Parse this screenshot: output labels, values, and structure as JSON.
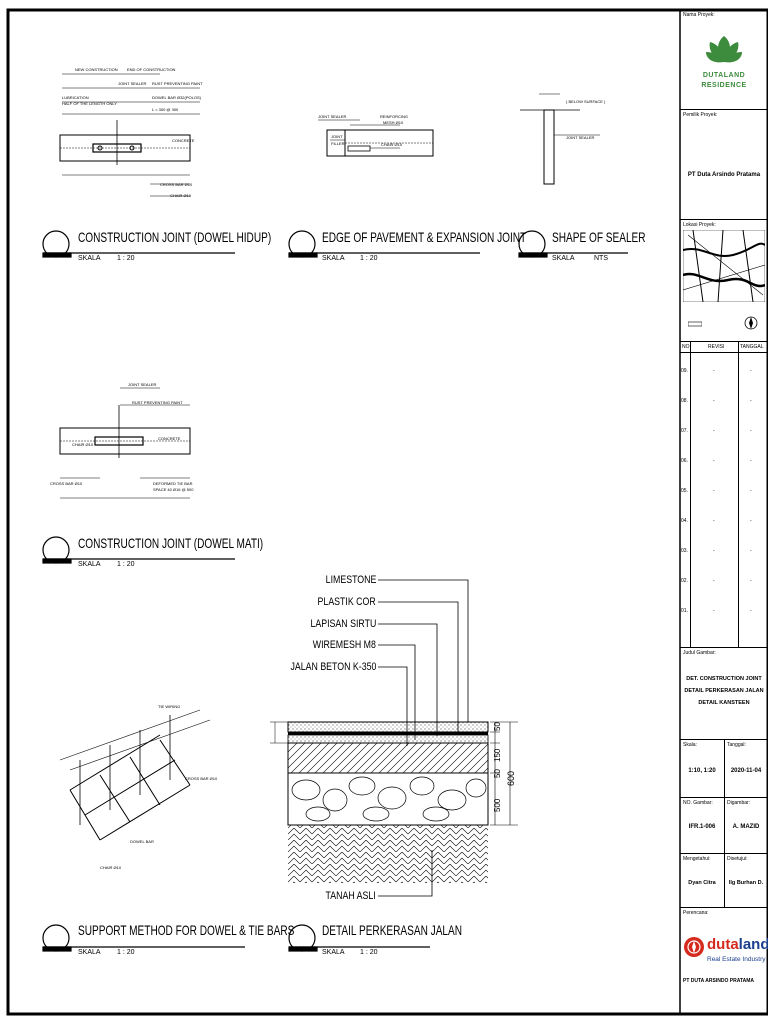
{
  "drawings": {
    "cj_hidup": {
      "title": "CONSTRUCTION JOINT (DOWEL HIDUP)",
      "skala_label": "SKALA",
      "skala_value": "1 : 20",
      "annotations": {
        "new_construction": "NEW CONSTRUCTION",
        "end_construction": "END OF CONSTRUCTION",
        "joint_sealer": "JOINT SEALER",
        "rust_paint": "RUST PREVENTING PAINT",
        "lubrication": "LUBRICATION",
        "lubrication_2": "HALF OF THE LENGTH ONLY",
        "dowel_bar": "DOWEL BAR Ø32(POLOS)",
        "dowel_bar_2": "L = 300 @ 300",
        "concrete": "CONCRETE",
        "cross_bar": "CROSS BAR Ø10",
        "chair": "CHAIR Ø10"
      }
    },
    "edge_pavement": {
      "title": "EDGE OF PAVEMENT & EXPANSION JOINT",
      "skala_label": "SKALA",
      "skala_value": "1 : 20",
      "annotations": {
        "joint_sealer": "JOINT SEALER",
        "reinforcing": "REINFORCING",
        "mesh": "MESH Ø10",
        "joint": "JOINT",
        "filler": "FILLER",
        "chair": "CHAIR Ø10"
      }
    },
    "shape_sealer": {
      "title": "SHAPE OF SEALER",
      "skala_label": "SKALA",
      "skala_value": "NTS",
      "annotations": {
        "below_surface": "( BELOW SURFACE )",
        "joint_sealer": "JOINT SEALER"
      }
    },
    "cj_mati": {
      "title": "CONSTRUCTION JOINT (DOWEL MATI)",
      "skala_label": "SKALA",
      "skala_value": "1 : 20",
      "annotations": {
        "joint_sealer": "JOINT SEALER",
        "rust_paint": "RUST PREVENTING PAINT",
        "chair": "CHAIR Ø10",
        "concrete": "CONCRETE",
        "cross_bar": "CROSS BAR Ø10",
        "tie_bar": "DEFORMED TIE BAR",
        "tie_bar_2": "SPACE 40 Ø16 @ 500"
      }
    },
    "support_method": {
      "title": "SUPPORT METHOD FOR DOWEL & TIE BARS",
      "skala_label": "SKALA",
      "skala_value": "1 : 20",
      "annotations": {
        "tie_wire": "TIE WIRING",
        "cross_bar": "CROSS BAR Ø10",
        "dowel": "DOWEL BAR",
        "chair": "CHAIR Ø10"
      }
    },
    "detail_perkerasan": {
      "title": "DETAIL PERKERASAN JALAN",
      "skala_label": "SKALA",
      "skala_value": "1 : 20",
      "layers": [
        "LIMESTONE",
        "PLASTIK COR",
        "LAPISAN SIRTU",
        "WIREMESH M8",
        "JALAN BETON K-350"
      ],
      "tanah": "TANAH ASLI",
      "dimensions": [
        "50",
        "150",
        "50",
        "500",
        "600"
      ]
    }
  },
  "title_block": {
    "nama_proyek_label": "Nama Proyek:",
    "logo_text_1": "DUTALAND",
    "logo_text_2": "RESIDENCE",
    "pemilik_label": "Pemilik Proyek:",
    "pemilik_value": "PT Duta Arsindo Pratama",
    "lokasi_label": "Lokasi Proyek:",
    "revisi_headers": [
      "NO.",
      "REVISI",
      "TANGGAL"
    ],
    "revisi_rows": [
      {
        "no": "09.",
        "revisi": "-",
        "tanggal": "-"
      },
      {
        "no": "08.",
        "revisi": "-",
        "tanggal": "-"
      },
      {
        "no": "07.",
        "revisi": "-",
        "tanggal": "-"
      },
      {
        "no": "06.",
        "revisi": "-",
        "tanggal": "-"
      },
      {
        "no": "05.",
        "revisi": "-",
        "tanggal": "-"
      },
      {
        "no": "04.",
        "revisi": "-",
        "tanggal": "-"
      },
      {
        "no": "03.",
        "revisi": "-",
        "tanggal": "-"
      },
      {
        "no": "02.",
        "revisi": "-",
        "tanggal": "-"
      },
      {
        "no": "01.",
        "revisi": "-",
        "tanggal": "-"
      }
    ],
    "judul_label": "Judul Gambar:",
    "judul_lines": [
      "DET. CONSTRUCTION JOINT",
      "DETAIL PERKERASAN JALAN",
      "DETAIL KANSTEEN"
    ],
    "skala_label": "Skala:",
    "skala_value": "1:10, 1:20",
    "tanggal_label": "Tanggal:",
    "tanggal_value": "2020-11-04",
    "no_gambar_label": "NO. Gambar:",
    "no_gambar_value": "IFR.1-006",
    "digambar_label": "Digambar:",
    "digambar_value": "A. MAZID",
    "mengetahui_label": "Mengetahui:",
    "mengetahui_value": "Dyan Citra",
    "disetujui_label": "Disetujui:",
    "disetujui_value": "Ilg Burhan D.",
    "perencana_label": "Perencana:",
    "perencana_brand_1": "duta",
    "perencana_brand_2": "land",
    "perencana_tagline": "Real Estate Industry",
    "perencana_pt": "PT DUTA ARSINDO PRATAMA"
  },
  "colors": {
    "logo_green": "#3d8b3d",
    "brand_red": "#d52b1e",
    "brand_blue": "#1b3f8f"
  }
}
